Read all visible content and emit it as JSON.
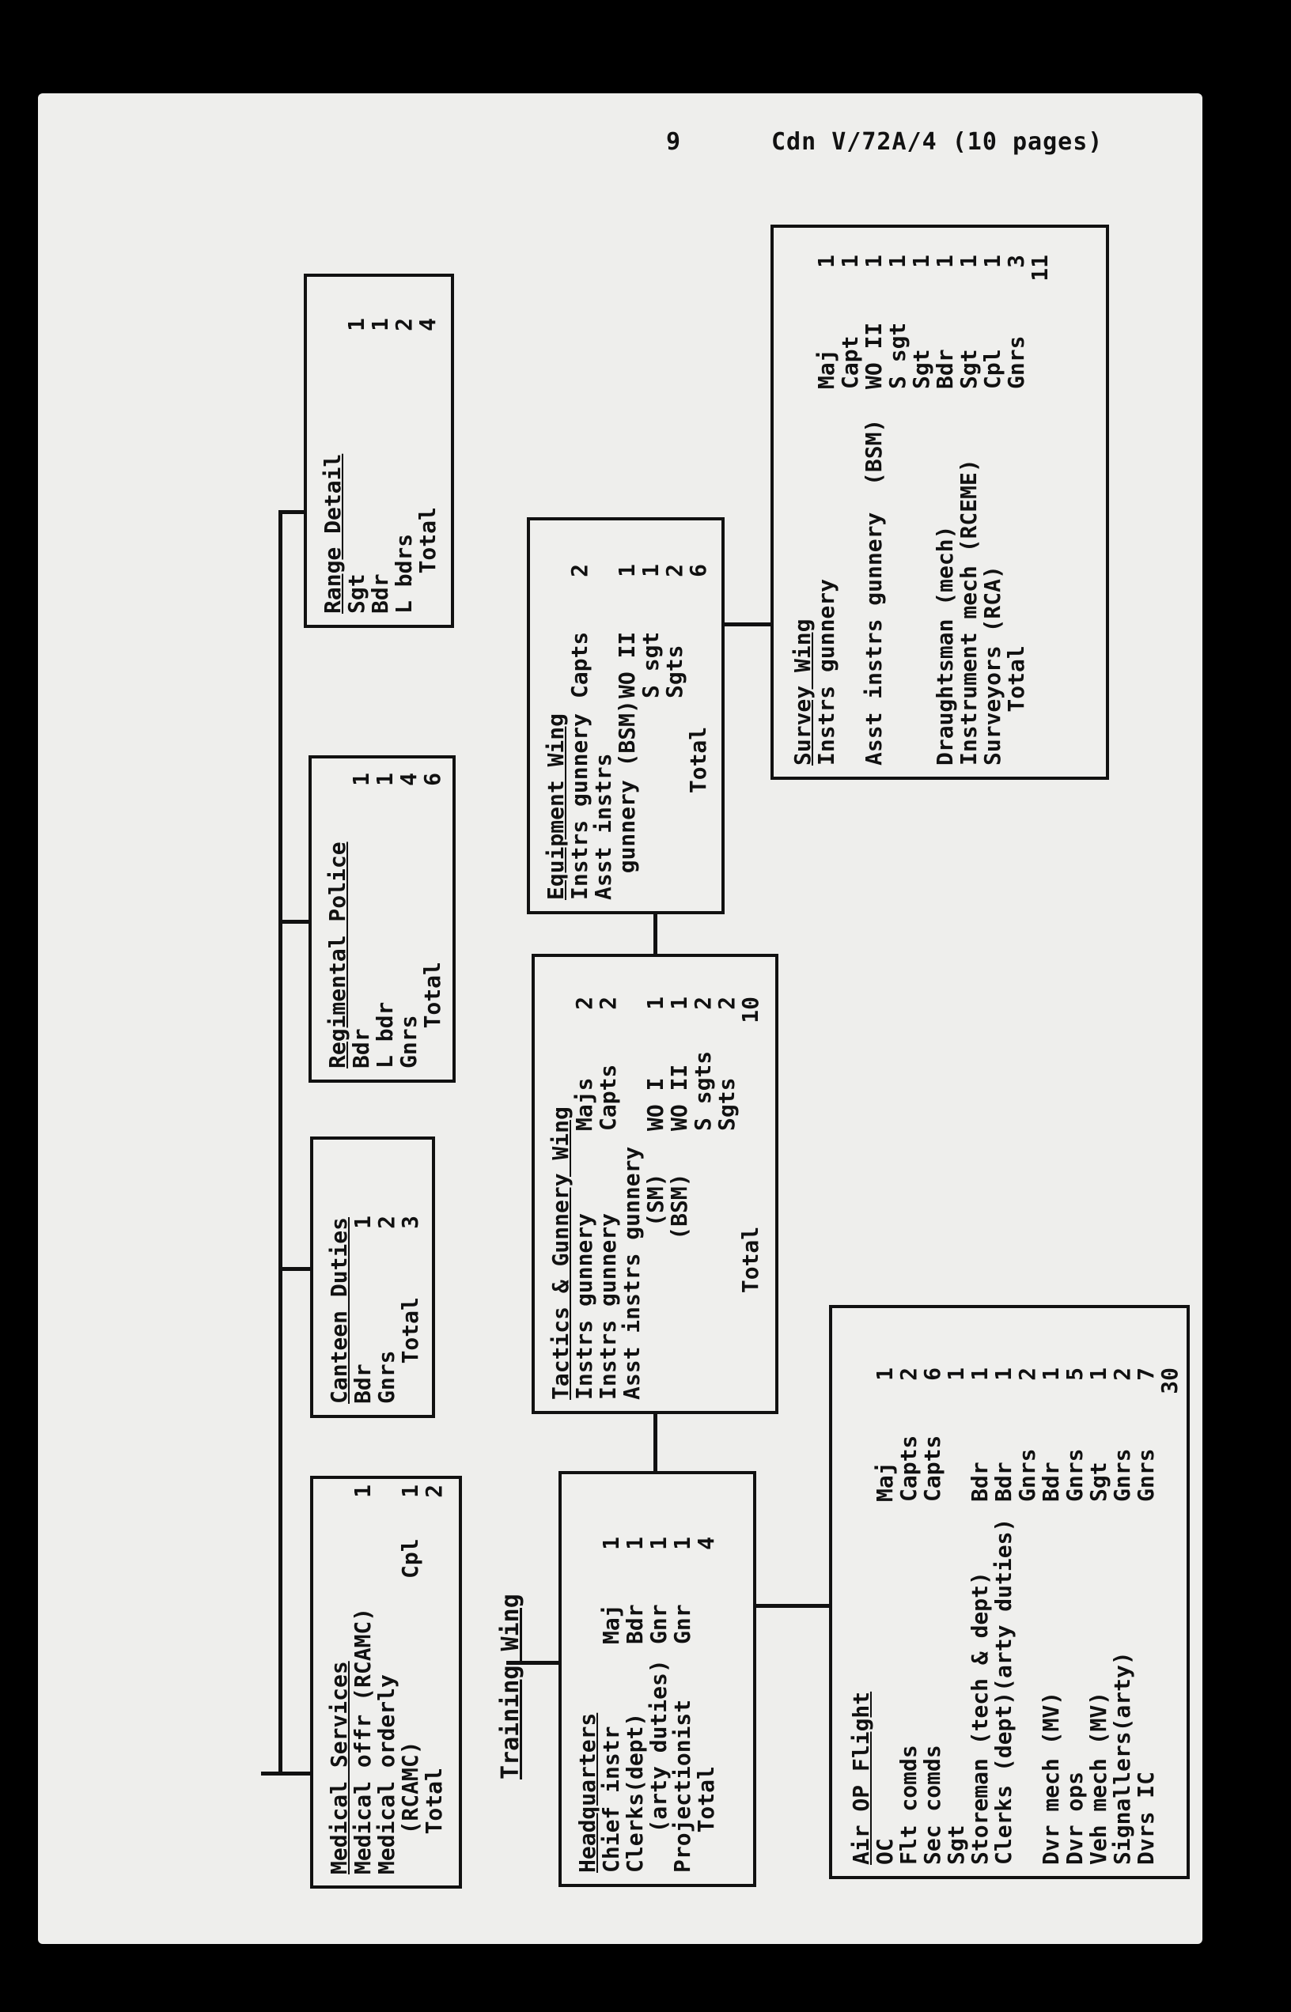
{
  "header": {
    "page": "9",
    "ref": "Cdn V/72A/4 (10 pages)"
  },
  "training_wing_label": "Training Wing",
  "boxes": {
    "medical": {
      "title": "Medical Services",
      "rows": [
        {
          "a": "Medical offr (RCAMC)",
          "b": "",
          "n": "1"
        },
        {
          "a": "Medical orderly",
          "b": "",
          "n": ""
        },
        {
          "a": "   (RCAMC)",
          "b": "Cpl",
          "n": "1"
        },
        {
          "a": "   Total",
          "b": "",
          "n": "2"
        }
      ]
    },
    "canteen": {
      "title": "Canteen Duties",
      "rows": [
        {
          "a": "Bdr",
          "b": "",
          "n": "1"
        },
        {
          "a": "Gnrs",
          "b": "",
          "n": "2"
        },
        {
          "a": "   Total",
          "b": "",
          "n": "3"
        }
      ]
    },
    "police": {
      "title": "Regimental Police",
      "rows": [
        {
          "a": "Bdr",
          "b": "",
          "n": "1"
        },
        {
          "a": "L bdr",
          "b": "",
          "n": "1"
        },
        {
          "a": "Gnrs",
          "b": "",
          "n": "4"
        },
        {
          "a": "   Total",
          "b": "",
          "n": "6"
        }
      ]
    },
    "range": {
      "title": "Range Detail",
      "rows": [
        {
          "a": "Sgt",
          "b": "",
          "n": "1"
        },
        {
          "a": "Bdr",
          "b": "",
          "n": "1"
        },
        {
          "a": "L bdrs",
          "b": "",
          "n": "2"
        },
        {
          "a": "   Total",
          "b": "",
          "n": "4"
        }
      ]
    },
    "hq": {
      "title": "Headquarters",
      "rows": [
        {
          "a": "Chief instr",
          "b": "Maj",
          "n": "1"
        },
        {
          "a": "Clerks(dept)",
          "b": "Bdr",
          "n": "1"
        },
        {
          "a": "   (arty duties)",
          "b": "Gnr",
          "n": "1"
        },
        {
          "a": "",
          "b": "",
          "n": ""
        },
        {
          "a": "Projectionist",
          "b": "Gnr",
          "n": "1"
        },
        {
          "a": "   Total",
          "b": "",
          "n": "4"
        }
      ]
    },
    "tactics": {
      "title": "Tactics & Gunnery Wing",
      "rows": [
        {
          "a": "Instrs gunnery",
          "b": "Majs",
          "n": "2"
        },
        {
          "a": "Instrs gunnery",
          "b": "Capts",
          "n": "2"
        },
        {
          "a": "Asst instrs gunnery",
          "b": "",
          "n": ""
        },
        {
          "a": "             (SM)",
          "b": "WO I",
          "n": "1"
        },
        {
          "a": "            (BSM)",
          "b": "WO II",
          "n": "1"
        },
        {
          "a": "",
          "b": "S sgts",
          "n": "2"
        },
        {
          "a": "",
          "b": "Sgts",
          "n": "2"
        },
        {
          "a": "",
          "b": "",
          "n": ""
        },
        {
          "a": "        Total",
          "b": "",
          "n": "10"
        }
      ]
    },
    "equipment": {
      "title": "Equipment Wing",
      "rows": [
        {
          "a": "Instrs gunnery",
          "b": "Capts",
          "n": "2"
        },
        {
          "a": "Asst instrs",
          "b": "",
          "n": ""
        },
        {
          "a": "  gunnery (BSM)",
          "b": "WO II",
          "n": "1"
        },
        {
          "a": "",
          "b": "S sgt",
          "n": "1"
        },
        {
          "a": "",
          "b": "Sgts",
          "n": "2"
        },
        {
          "a": "        Total",
          "b": "",
          "n": "6"
        }
      ]
    },
    "survey": {
      "title": "Survey Wing",
      "rows": [
        {
          "a": "Instrs gunnery",
          "b": "Maj",
          "n": "1"
        },
        {
          "a": "",
          "b": "Capt",
          "n": "1"
        },
        {
          "a": "Asst instrs gunnery  (BSM)",
          "b": "WO II",
          "n": "1"
        },
        {
          "a": "",
          "b": "S sgt",
          "n": "1"
        },
        {
          "a": "",
          "b": "Sgt",
          "n": "1"
        },
        {
          "a": "Draughtsman (mech)",
          "b": "Bdr",
          "n": "1"
        },
        {
          "a": "Instrument mech (RCEME)",
          "b": "Sgt",
          "n": "1"
        },
        {
          "a": "Surveyors (RCA)",
          "b": "Cpl",
          "n": "1"
        },
        {
          "a": "    Total",
          "b": "Gnrs",
          "n": "3"
        },
        {
          "a": "",
          "b": "",
          "n": "11"
        }
      ]
    },
    "airop": {
      "title": "Air OP Flight",
      "rows": [
        {
          "a": "OC",
          "b": "Maj",
          "n": "1"
        },
        {
          "a": "Flt comds",
          "b": "Capts",
          "n": "2"
        },
        {
          "a": "Sec comds",
          "b": "Capts",
          "n": "6"
        },
        {
          "a": "Sgt",
          "b": "",
          "n": "1"
        },
        {
          "a": "Storeman (tech & dept)",
          "b": "Bdr",
          "n": "1"
        },
        {
          "a": "Clerks (dept)(arty duties)",
          "b": "Bdr",
          "n": "1"
        },
        {
          "a": "",
          "b": "Gnrs",
          "n": "2"
        },
        {
          "a": "Dvr mech (MV)",
          "b": "Bdr",
          "n": "1"
        },
        {
          "a": "Dvr ops",
          "b": "Gnrs",
          "n": "5"
        },
        {
          "a": "Veh mech (MV)",
          "b": "Sgt",
          "n": "1"
        },
        {
          "a": "Signallers(arty)",
          "b": "Gnrs",
          "n": "2"
        },
        {
          "a": "Dvrs IC",
          "b": "Gnrs",
          "n": "7"
        },
        {
          "a": "",
          "b": "",
          "n": "30"
        }
      ]
    }
  }
}
